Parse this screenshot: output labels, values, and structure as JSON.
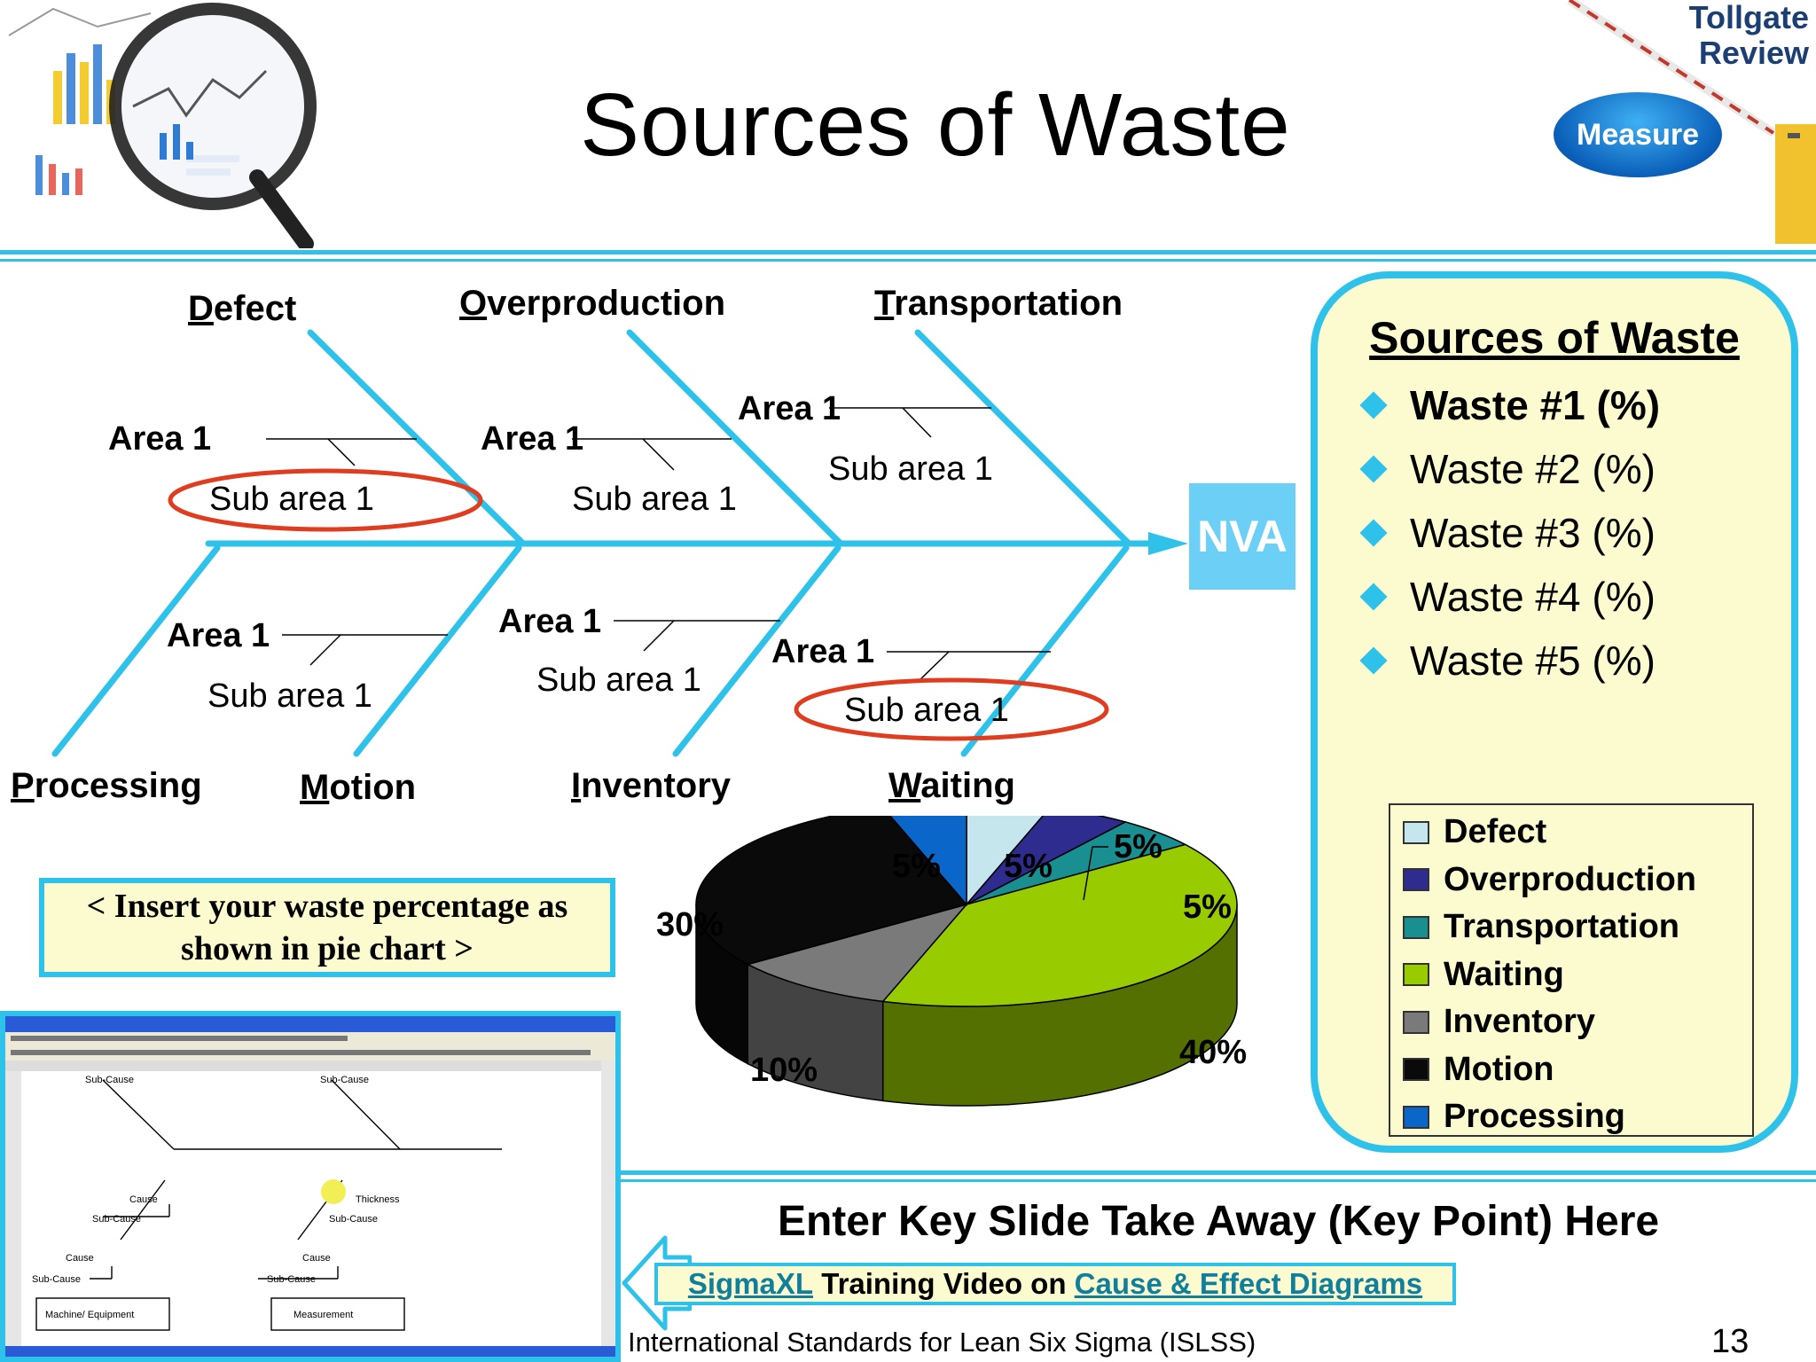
{
  "slide": {
    "title": "Sources of Waste",
    "tollgate_line1": "Tollgate",
    "tollgate_line2": "Review",
    "phase_badge": "Measure",
    "page_number": "13",
    "footer": "International Standards for Lean Six Sigma (ISLSS)"
  },
  "fishbone": {
    "top_categories": [
      {
        "first": "D",
        "rest": "efect"
      },
      {
        "first": "O",
        "rest": "verproduction"
      },
      {
        "first": "T",
        "rest": "ransportation"
      }
    ],
    "bottom_categories": [
      {
        "first": "P",
        "rest": "rocessing"
      },
      {
        "first": "M",
        "rest": "otion"
      },
      {
        "first": "I",
        "rest": "nventory"
      },
      {
        "first": "W",
        "rest": "aiting"
      }
    ],
    "area_label": "Area 1",
    "sub_area_label": "Sub area 1",
    "head": "NVA"
  },
  "panel": {
    "title": "Sources of Waste",
    "items": [
      "Waste #1 (%)",
      "Waste #2 (%)",
      "Waste #3 (%)",
      "Waste #4 (%)",
      "Waste #5 (%)"
    ]
  },
  "insert_note": {
    "line1": "< Insert your waste percentage as",
    "line2": "shown in pie chart >"
  },
  "chart_data": {
    "type": "pie",
    "categories": [
      "Defect",
      "Overproduction",
      "Transportation",
      "Waiting",
      "Inventory",
      "Motion",
      "Processing"
    ],
    "values": [
      5,
      5,
      5,
      40,
      10,
      30,
      5
    ],
    "labels": [
      "5%",
      "5%",
      "5%",
      "40%",
      "10%",
      "30%",
      "5%"
    ],
    "colors": [
      "#c6e6ee",
      "#2e2d8f",
      "#1a8f91",
      "#99cc00",
      "#7a7a7a",
      "#0a0a0a",
      "#0a66c8"
    ],
    "legend_position": "right"
  },
  "takeaway": {
    "key_point": "Enter Key Slide Take Away (Key Point) Here",
    "video_link1": "SigmaXL",
    "video_mid": " Training Video on ",
    "video_link2": "Cause & Effect Diagrams"
  },
  "excel": {
    "sub_cause": "Sub-Cause",
    "cause": "Cause",
    "thickness": "Thickness",
    "machine": "Machine/ Equipment",
    "measurement": "Measurement"
  }
}
